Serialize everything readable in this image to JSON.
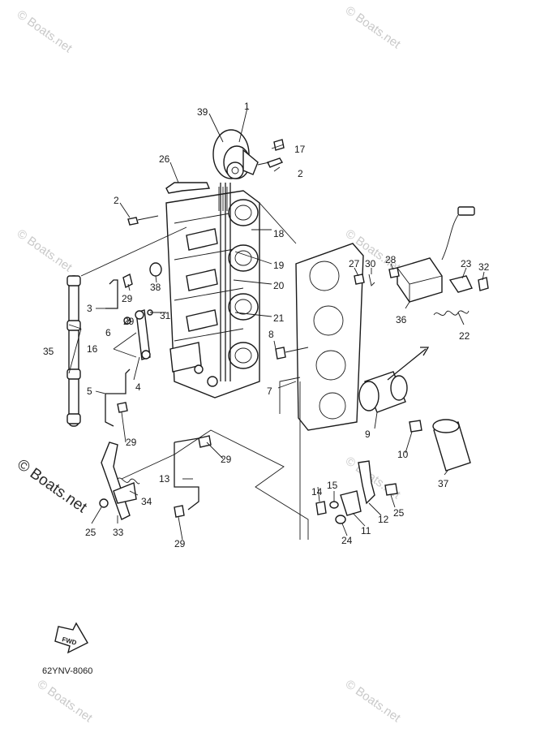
{
  "watermarks": {
    "top_left": "© Boats.net",
    "top_right": "© Boats.net",
    "mid_left": "© Boats.net",
    "mid_right_1": "© Boats.net",
    "mid_right_2": "© Boats.net",
    "bottom_left": "© Boats.net",
    "bottom_right": "© Boats.net"
  },
  "callouts": {
    "c1": "1",
    "c2a": "2",
    "c2b": "2",
    "c3": "3",
    "c4": "4",
    "c5": "5",
    "c6": "6",
    "c7": "7",
    "c8": "8",
    "c9": "9",
    "c10": "10",
    "c11": "11",
    "c12": "12",
    "c13": "13",
    "c14": "14",
    "c15": "15",
    "c16": "16",
    "c17": "17",
    "c18": "18",
    "c19": "19",
    "c20": "20",
    "c21": "21",
    "c22": "22",
    "c23": "23",
    "c24": "24",
    "c25a": "25",
    "c25b": "25",
    "c26": "26",
    "c27": "27",
    "c28": "28",
    "c29a": "29",
    "c29b": "29",
    "c29c": "29",
    "c29d": "29",
    "c30": "30",
    "c31": "31",
    "c32": "32",
    "c33": "33",
    "c34": "34",
    "c35": "35",
    "c36": "36",
    "c37": "37",
    "c38": "38",
    "c39": "39"
  },
  "fwd_label": "FWD",
  "diagram_code": "62YNV-8060"
}
